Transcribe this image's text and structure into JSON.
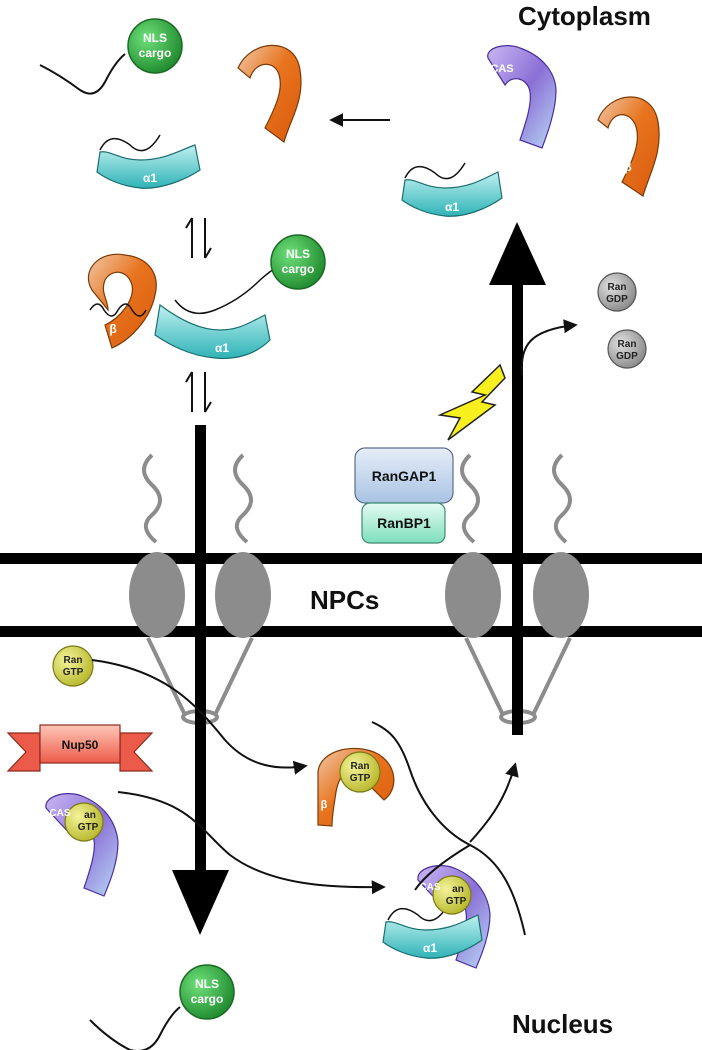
{
  "labels": {
    "cytoplasm": "Cytoplasm",
    "nucleus": "Nucleus",
    "npcs": "NPCs"
  },
  "proteins": {
    "nls_cargo": [
      "NLS",
      "cargo"
    ],
    "importin_beta": "β",
    "importin_alpha": "α1",
    "cas": "CAS",
    "ran_gdp": [
      "Ran",
      "GDP"
    ],
    "ran_gtp": [
      "Ran",
      "GTP"
    ],
    "ran_gtp_partial": [
      "an",
      "GTP"
    ],
    "rangap1": "RanGAP1",
    "ranbp1": "RanBP1",
    "nup50": "Nup50"
  },
  "colors": {
    "nls_cargo": "#2ea043",
    "importin_beta": "#e8741e",
    "importin_alpha": "#4ec7c9",
    "cas": "#8b6fd6",
    "ran_gtp": "#d9d94a",
    "ran_gdp": "#a9a9a9",
    "rangap1": "#c9dbef",
    "ranbp1": "#9fe8cf",
    "nup50": "#f27a6b",
    "npc": "#8c8c8c",
    "energy_bolt": "#f7ef1e"
  }
}
